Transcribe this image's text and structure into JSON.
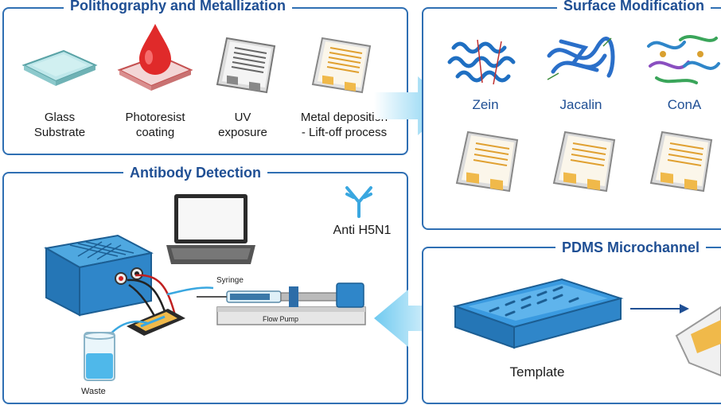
{
  "panels": {
    "lithography": {
      "title": "Polithography and Metallization",
      "steps": [
        {
          "label": "Glass\nSubstrate",
          "icon": "glass-substrate-icon"
        },
        {
          "label": "Photoresist\ncoating",
          "icon": "photoresist-drop-icon"
        },
        {
          "label": "UV\nexposure",
          "icon": "uv-exposure-chip-icon"
        },
        {
          "label": "Metal deposition\n- Lift-off process",
          "icon": "metal-electrode-chip-icon"
        }
      ]
    },
    "surface": {
      "title": "Surface Modification",
      "proteins": [
        {
          "label": "Zein",
          "icon": "zein-protein-icon"
        },
        {
          "label": "Jacalin",
          "icon": "jacalin-protein-icon"
        },
        {
          "label": "ConA",
          "icon": "cona-protein-icon"
        }
      ]
    },
    "antibody": {
      "title": "Antibody Detection",
      "antibody_label": "Anti H5N1",
      "syringe_label": "Syringe",
      "pump_label": "Flow Pump",
      "waste_label": "Waste"
    },
    "pdms": {
      "title": "PDMS Microchannel",
      "template_label": "Template"
    }
  },
  "colors": {
    "border": "#2f6fb3",
    "title": "#1f4f94",
    "arrow": "#7fd0f2",
    "gold": "#f0b94a",
    "device": "#2f86c9"
  }
}
